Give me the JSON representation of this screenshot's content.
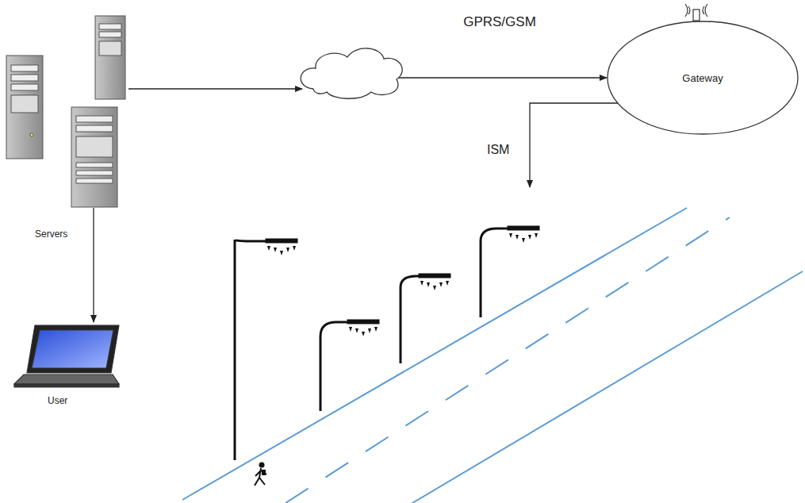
{
  "diagram": {
    "nodes": [
      {
        "text": [
          "Servers"
        ]
      },
      {
        "text": [
          "Gateway"
        ]
      },
      {
        "text": [
          "User"
        ]
      }
    ],
    "edges": [
      {
        "from": 0,
        "to": 1,
        "arrow": "to",
        "label": "GPRS/GSM"
      },
      {
        "from": 0,
        "to": 2,
        "arrow": "to"
      }
    ],
    "labels": [
      "ISM"
    ]
  }
}
